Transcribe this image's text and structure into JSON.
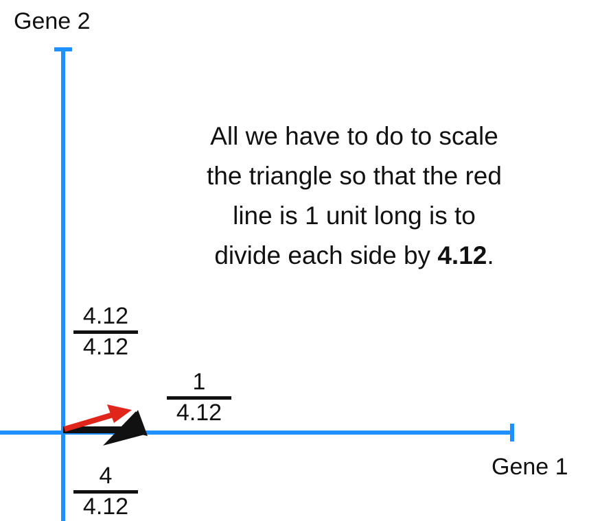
{
  "axes": {
    "x_label": "Gene 1",
    "y_label": "Gene 2",
    "axis_color": "#1e90ff"
  },
  "caption": {
    "text": "All we have to do to scale the triangle so that the red line is 1 unit long is to divide each side by ",
    "emphasis": "4.12",
    "end": "."
  },
  "fractions": {
    "red_side": {
      "numerator": "4.12",
      "denominator": "4.12"
    },
    "y_side": {
      "numerator": "1",
      "denominator": "4.12"
    },
    "x_side": {
      "numerator": "4",
      "denominator": "4.12"
    }
  },
  "vectors": {
    "red_color": "#e0251b",
    "black_color": "#111111"
  }
}
